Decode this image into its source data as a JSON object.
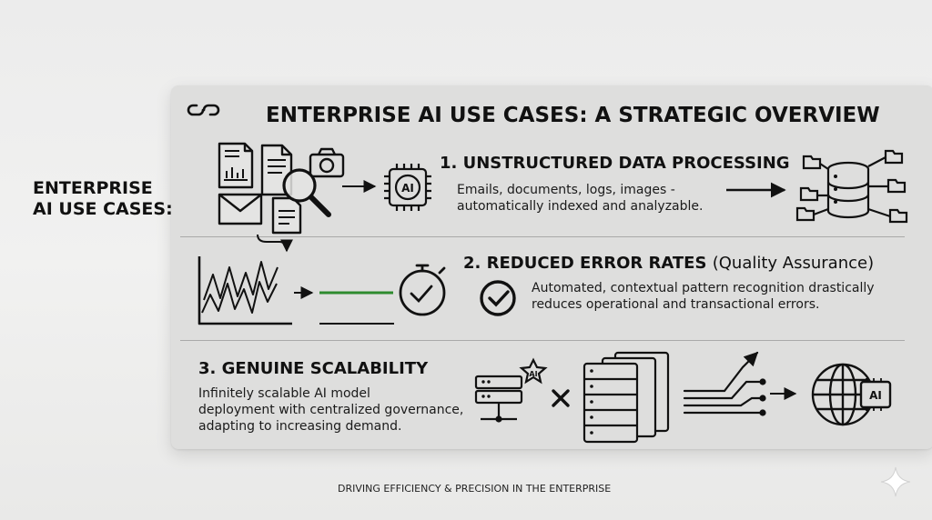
{
  "side_title": {
    "line1": "ENTERPRISE",
    "line2": "AI USE CASES:"
  },
  "main_title": "ENTERPRISE AI USE CASES: A STRATEGIC OVERVIEW",
  "sections": [
    {
      "heading": "1. UNSTRUCTURED DATA PROCESSING",
      "body_lines": [
        "Emails, documents, logs, images -",
        "automatically indexed and analyzable."
      ]
    },
    {
      "heading": "2. REDUCED ERROR RATES",
      "heading_sub": "(Quality Assurance)",
      "body_lines": [
        "Automated, contextual pattern recognition drastically",
        "reduces operational and transactional errors."
      ]
    },
    {
      "heading": "3. GENUINE SCALABILITY",
      "body_lines": [
        "Infinitely scalable AI model",
        "deployment with centralized governance,",
        "adapting to increasing demand."
      ]
    }
  ],
  "icon_labels": {
    "chip_ai": "AI",
    "star_ai": "AI",
    "globe_ai": "AI"
  },
  "icons": [
    "link-icon",
    "document-chart-icon",
    "document-icon",
    "camera-icon",
    "envelope-icon",
    "magnifier-icon",
    "ai-chip-icon",
    "database-network-icon",
    "noisy-chart-icon",
    "stopwatch-icon",
    "checkmark-icon",
    "ai-server-icon",
    "server-stack-icon",
    "growth-lines-icon",
    "ai-globe-icon",
    "sparkle-icon"
  ],
  "colors": {
    "accent_green": "#2e8b2e",
    "ink": "#111111",
    "card": "#dededd"
  },
  "footer": "DRIVING EFFICIENCY & PRECISION IN THE ENTERPRISE"
}
